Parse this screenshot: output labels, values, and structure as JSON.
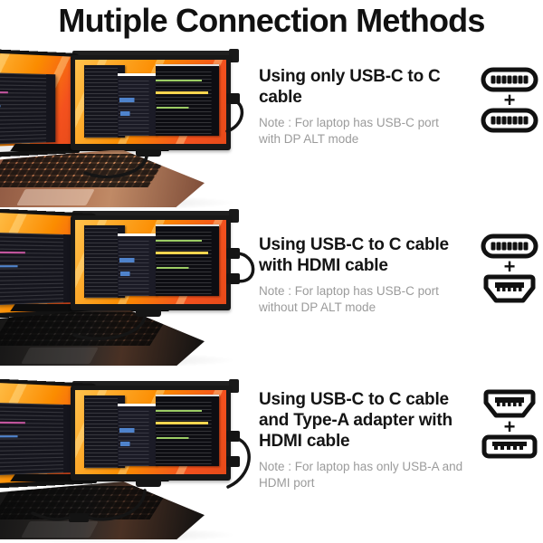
{
  "title": "Mutiple Connection Methods",
  "plus_sign": "+",
  "colors": {
    "ink": "#111111",
    "heading": "#141414",
    "note_gray": "#9b9b9b",
    "screen_orange_light": "#ffc24d",
    "screen_orange_mid": "#fb8c00",
    "screen_orange_deep": "#e64a19",
    "bezel_black": "#181818",
    "laptop_copper": "#b57a58",
    "laptop_dark": "#2e2a28",
    "code_window": "#15151d",
    "code_green": "#9ccc65",
    "code_yellow": "#ffd54f",
    "code_blue": "#4f83cc",
    "code_pink": "#c2559d"
  },
  "sections": [
    {
      "heading": "Using only USB-C to C\ncable",
      "note": "Note : For laptop has USB-C port\nwith DP ALT mode",
      "icons": [
        "usb-c-icon",
        "usb-c-icon"
      ]
    },
    {
      "heading": "Using USB-C to C cable\nwith HDMI cable",
      "note": "Note : For laptop has USB-C port\nwithout DP ALT mode",
      "icons": [
        "usb-c-icon",
        "hdmi-icon"
      ]
    },
    {
      "heading": "Using USB-C to C cable\nand Type-A adapter with\nHDMI cable",
      "note": "Note : For laptop has only USB-A and\nHDMI port",
      "icons": [
        "hdmi-icon",
        "usb-a-icon"
      ]
    }
  ]
}
